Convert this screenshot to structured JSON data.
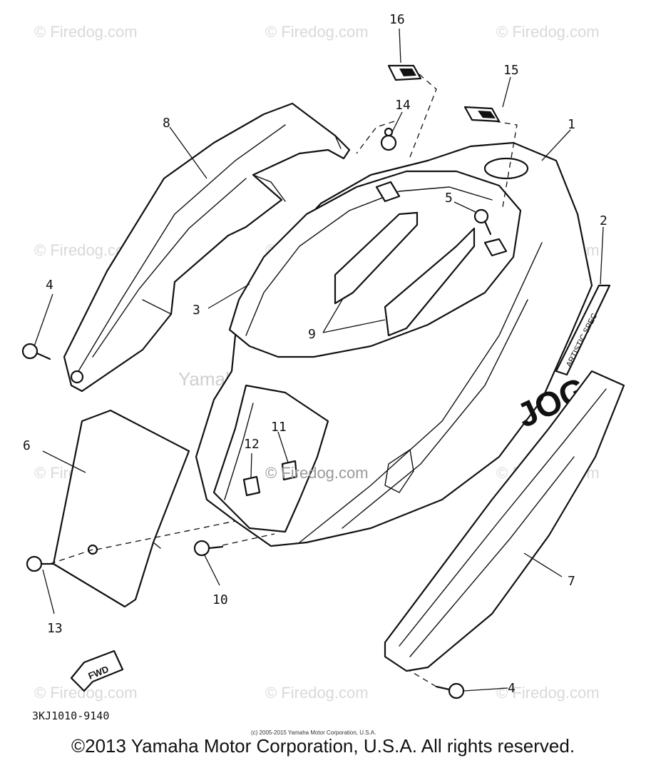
{
  "watermarks": {
    "site": "© Firedog.com",
    "center_overlay": "Yamaha Motor Corp. U.S.A."
  },
  "callouts": {
    "c1": "1",
    "c2": "2",
    "c3": "3",
    "c4a": "4",
    "c4b": "4",
    "c5": "5",
    "c6": "6",
    "c7": "7",
    "c8": "8",
    "c9": "9",
    "c10": "10",
    "c11": "11",
    "c12": "12",
    "c13": "13",
    "c14": "14",
    "c15": "15",
    "c16": "16"
  },
  "fwd_label": "FWD",
  "decal_text": "ARTISTIC SPEC",
  "jog_logo": "JOG",
  "part_code": "3KJ1010-9140",
  "small_copyright": "(c) 2005-2015 Yamaha Motor Corporation, U.S.A.",
  "copyright": "©2013 Yamaha Motor Corporation, U.S.A. All rights reserved."
}
